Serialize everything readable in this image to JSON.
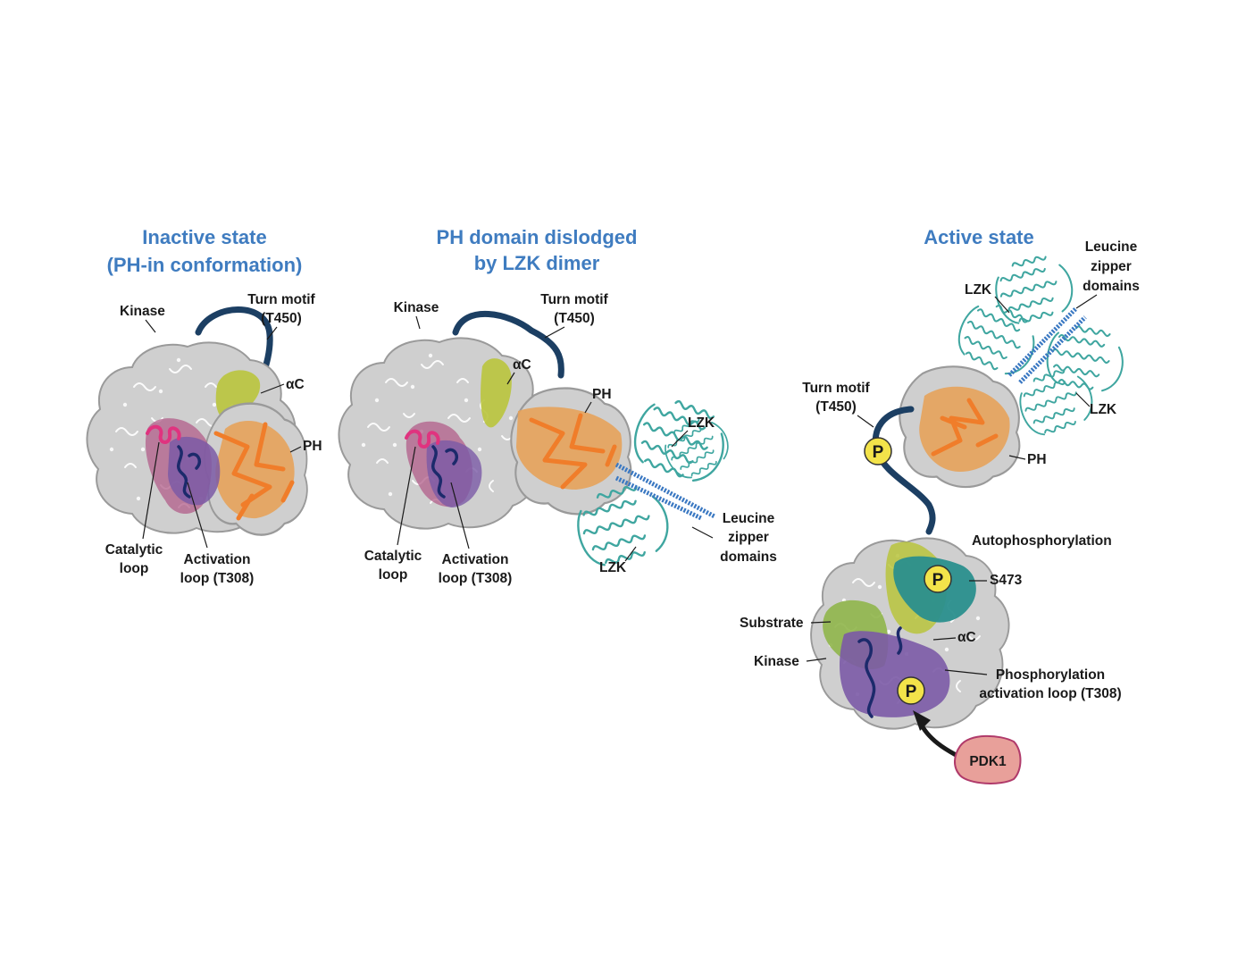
{
  "panels": {
    "inactive": {
      "title_line1": "Inactive state",
      "title_line2": "(PH-in conformation)",
      "kinase": "Kinase",
      "turn_motif_1": "Turn motif",
      "turn_motif_2": "(T450)",
      "ac": "αC",
      "ph": "PH",
      "catalytic_1": "Catalytic",
      "catalytic_2": "loop",
      "activation_1": "Activation",
      "activation_2": "loop (T308)"
    },
    "dislodged": {
      "title_line1": "PH domain dislodged",
      "title_line2": "by LZK dimer",
      "kinase": "Kinase",
      "turn_motif_1": "Turn motif",
      "turn_motif_2": "(T450)",
      "ac": "αC",
      "ph": "PH",
      "lzk_top": "LZK",
      "lzk_bottom": "LZK",
      "leucine_1": "Leucine",
      "leucine_2": "zipper",
      "leucine_3": "domains",
      "catalytic_1": "Catalytic",
      "catalytic_2": "loop",
      "activation_1": "Activation",
      "activation_2": "loop (T308)"
    },
    "active": {
      "title": "Active state",
      "leucine_1": "Leucine",
      "leucine_2": "zipper",
      "leucine_3": "domains",
      "lzk_top": "LZK",
      "lzk_right": "LZK",
      "turn_motif_1": "Turn motif",
      "turn_motif_2": "(T450)",
      "ph": "PH",
      "autophos": "Autophosphorylation",
      "s473": "S473",
      "substrate": "Substrate",
      "ac": "αC",
      "kinase": "Kinase",
      "phos_1": "Phosphorylation",
      "phos_2": "activation loop (T308)",
      "pdk1": "PDK1",
      "p_symbol": "P"
    }
  },
  "colors": {
    "title": "#3f7cc0",
    "kinase_surface": "#cfcfcf",
    "linker": "#1c3f63",
    "ph_domain": "#f07d2a",
    "alpha_c": "#b9c43c",
    "activation_loop": "#7b5aa6",
    "catalytic_loop": "#e0337f",
    "lzk": "#3fa6a0",
    "leucine_zipper": "#3a78c2",
    "phospho": "#f3e34a",
    "pdk1": "#e8a09a",
    "s473_region": "#2a8f8d",
    "substrate": "#8fb54a"
  }
}
